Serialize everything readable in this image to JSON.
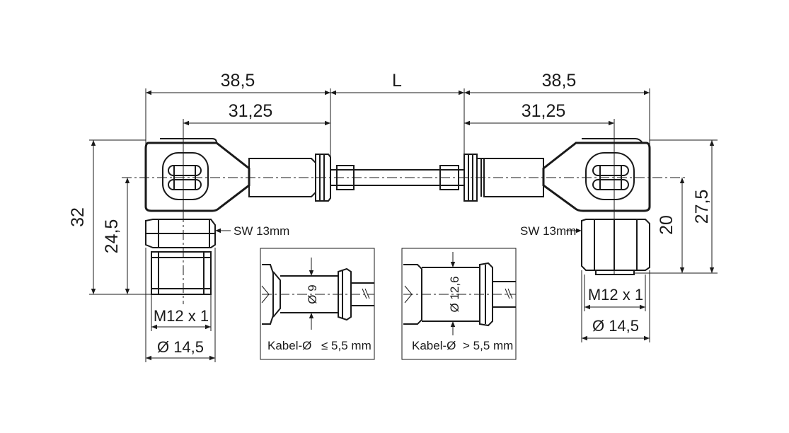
{
  "dimensions": {
    "left_overall": "38,5",
    "cable_length": "L",
    "right_overall": "38,5",
    "left_body": "31,25",
    "right_body": "31,25",
    "left_height": "32",
    "left_center_height": "24,5",
    "right_height": "27,5",
    "right_center_height": "20",
    "left_wrench": "SW 13mm",
    "right_wrench": "SW 13mm",
    "left_thread": "M12 x 1",
    "right_thread": "M12 x 1",
    "left_nut_dia": "Ø 14,5",
    "right_nut_dia": "Ø 14,5"
  },
  "detail_small": {
    "diameter": "Ø 9",
    "cable_label": "Kabel-Ø",
    "cable_range": "≤ 5,5 mm"
  },
  "detail_large": {
    "diameter": "Ø 12,6",
    "cable_label": "Kabel-Ø",
    "cable_range": "> 5,5 mm"
  }
}
